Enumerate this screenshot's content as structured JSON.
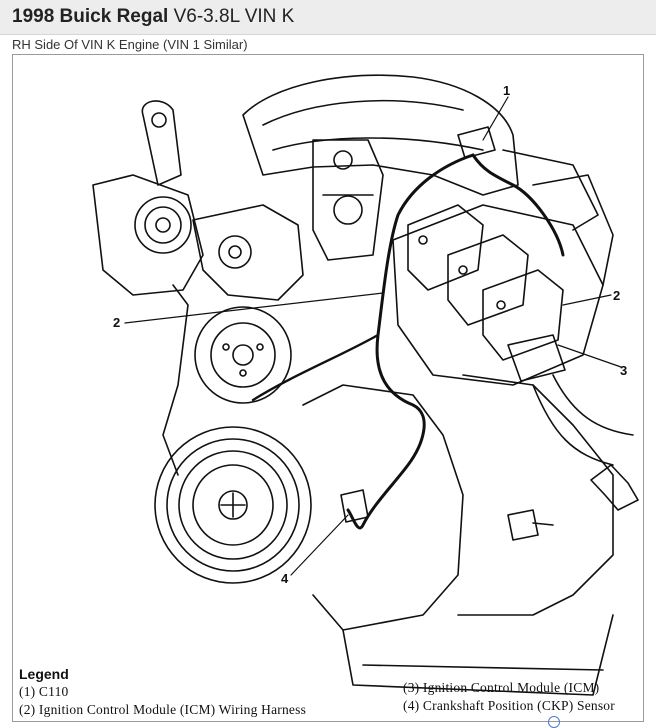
{
  "header": {
    "title_bold": "1998 Buick Regal",
    "title_rest": "V6-3.8L VIN K"
  },
  "subtitle": "RH Side Of VIN K Engine (VIN 1 Similar)",
  "diagram": {
    "callouts": [
      "1",
      "2",
      "2",
      "3",
      "4"
    ]
  },
  "legend": {
    "title": "Legend",
    "items": [
      {
        "num": "(1)",
        "label": "C110"
      },
      {
        "num": "(2)",
        "label": "Ignition Control Module (ICM) Wiring Harness"
      },
      {
        "num": "(3)",
        "label": "Ignition Control Module (ICM)"
      },
      {
        "num": "(4)",
        "label": "Crankshaft Position (CKP) Sensor"
      }
    ]
  }
}
